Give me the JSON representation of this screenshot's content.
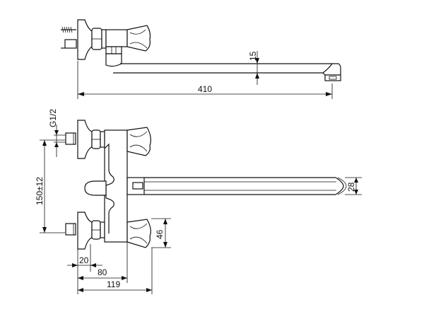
{
  "drawing": {
    "subject": "wall-mounted two-handle bath faucet with long swivel spout",
    "views": [
      "top view",
      "front view"
    ],
    "line_color": "#111111",
    "background": "#ffffff"
  },
  "dimensions": {
    "top_view": {
      "spout_reach": "410",
      "spout_thickness": "15"
    },
    "front_view": {
      "thread": "G1/2",
      "center_distance": "150±12",
      "spout_height": "28",
      "handle_height": "46",
      "eccentric_offset": "20",
      "wall_to_body": "80",
      "wall_to_handle": "119"
    }
  }
}
